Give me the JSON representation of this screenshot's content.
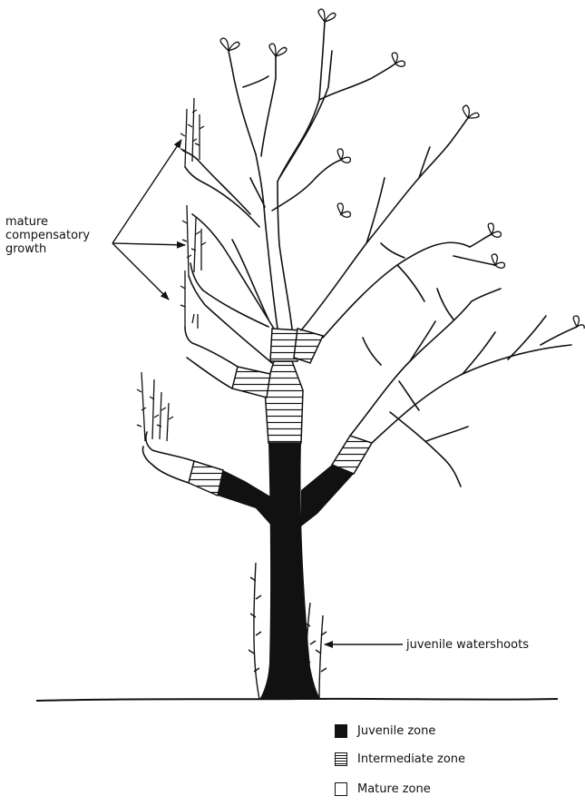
{
  "labels": {
    "compensatory_line1": "mature",
    "compensatory_line2": "compensatory",
    "compensatory_line3": "growth",
    "watershoots": "juvenile watershoots"
  },
  "legend": {
    "juvenile": "Juvenile zone",
    "intermediate": "Intermediate zone",
    "mature": "Mature zone"
  },
  "colors": {
    "ink": "#111111",
    "background": "#ffffff"
  }
}
